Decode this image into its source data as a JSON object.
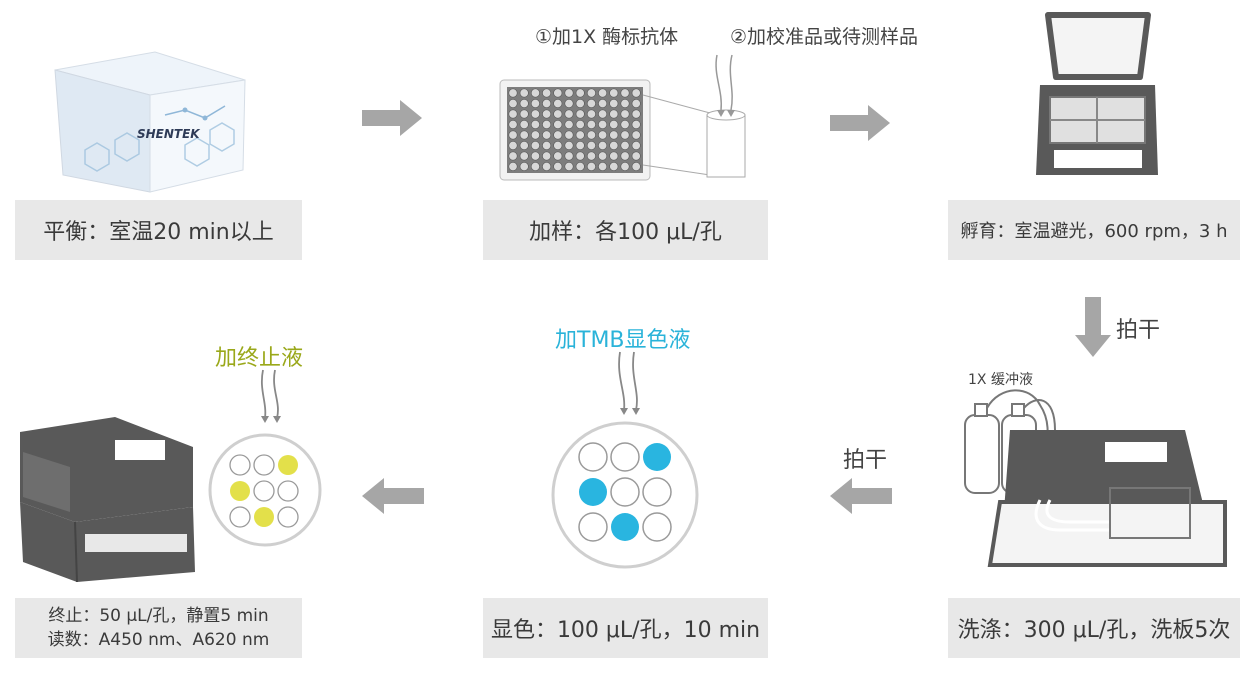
{
  "steps": {
    "equilibrate": "平衡：室温20 min以上",
    "add_sample": "加样：各100 μL/孔",
    "incubate": "孵育：室温避光，600 rpm，3 h",
    "wash": "洗涤：300 μL/孔，洗板5次",
    "develop": "显色：100 μL/孔，10 min",
    "stop_line1": "终止：50 μL/孔，静置5 min",
    "stop_line2": "读数：A450 nm、A620 nm"
  },
  "annotations": {
    "add_antibody": "①加1X 酶标抗体",
    "add_standard": "②加校准品或待测样品",
    "pat_dry_1": "拍干",
    "pat_dry_2": "拍干",
    "buffer": "1X 缓冲液",
    "add_tmb": "加TMB显色液",
    "add_stop": "加终止液"
  },
  "brand": "SHENTEK",
  "colors": {
    "arrow_gray": "#a6a6a6",
    "tmb_blue": "#29b5e0",
    "stop_yellow": "#e3e04a",
    "stop_text": "#9aa81a",
    "tmb_text": "#2ab3d9",
    "label_bg": "#e8e8e8",
    "device_dark": "#595959"
  }
}
